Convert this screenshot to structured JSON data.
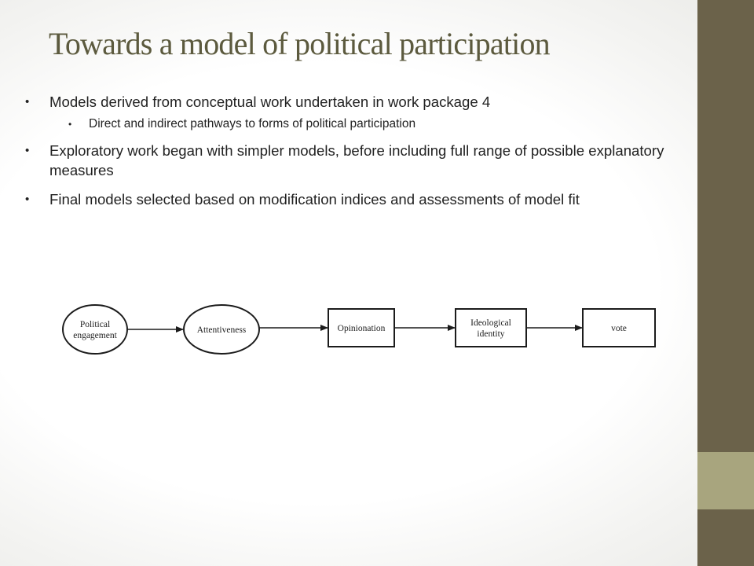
{
  "slide": {
    "title": "Towards a model of political participation",
    "bullets": [
      {
        "text": "Models derived from conceptual work undertaken in work package 4"
      },
      {
        "text": "Direct and indirect pathways to forms of political participation"
      },
      {
        "text": "Exploratory work began with simpler models, before including full range of possible explanatory measures"
      },
      {
        "text": "Final models selected based on modification indices and assessments of model fit"
      }
    ],
    "bullet_marker": "•"
  },
  "diagram": {
    "nodes": [
      {
        "shape": "ellipse",
        "lines": [
          "Political",
          "engagement"
        ]
      },
      {
        "shape": "ellipse",
        "lines": [
          "Attentiveness"
        ]
      },
      {
        "shape": "rect",
        "lines": [
          "Opinionation"
        ]
      },
      {
        "shape": "rect",
        "lines": [
          "Ideological",
          "identity"
        ]
      },
      {
        "shape": "rect",
        "lines": [
          "vote"
        ]
      }
    ],
    "edges": [
      {
        "from": 0,
        "to": 1
      },
      {
        "from": 1,
        "to": 2
      },
      {
        "from": 2,
        "to": 3
      },
      {
        "from": 3,
        "to": 4
      }
    ]
  },
  "colors": {
    "title": "#5c5a3e",
    "sidebar_dark": "#6b624a",
    "sidebar_light": "#a8a57e",
    "text": "#222222",
    "diagram_stroke": "#1c1c1c"
  }
}
